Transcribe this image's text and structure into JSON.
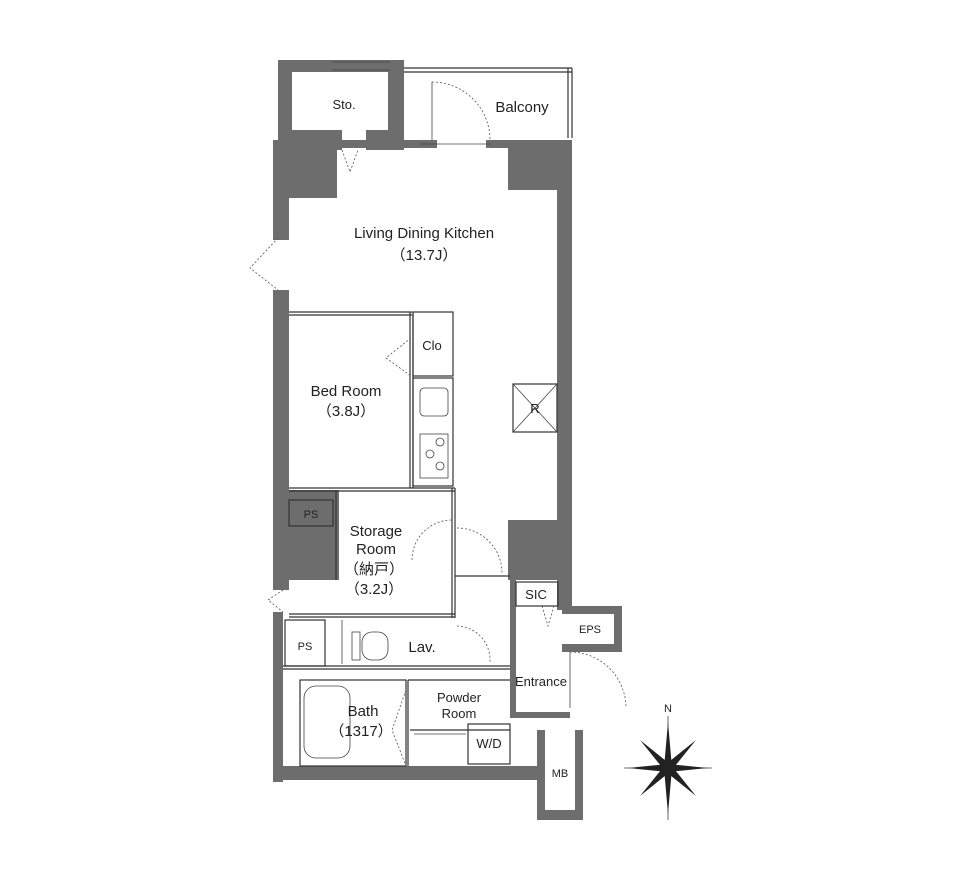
{
  "rooms": {
    "storage_small": "Sto.",
    "balcony": "Balcony",
    "ldk_name": "Living Dining Kitchen",
    "ldk_size": "（13.7J）",
    "closet": "Clo",
    "refrigerator": "R",
    "bedroom_name": "Bed Room",
    "bedroom_size": "（3.8J）",
    "ps_upper": "PS",
    "storage_room_line1": "Storage",
    "storage_room_line2": "Room",
    "storage_room_line3": "（納戸）",
    "storage_room_size": "（3.2J）",
    "sic": "SIC",
    "eps": "EPS",
    "ps_lower": "PS",
    "lavatory": "Lav.",
    "entrance": "Entrance",
    "bath_name": "Bath",
    "bath_size": "（1317）",
    "powder_line1": "Powder",
    "powder_line2": "Room",
    "washer": "W/D",
    "meter_box": "MB"
  },
  "compass": {
    "north": "N"
  }
}
